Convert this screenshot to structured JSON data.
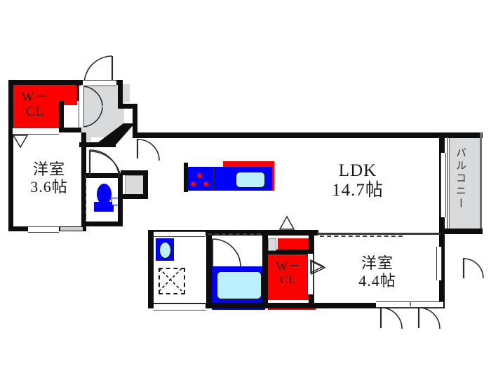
{
  "document": {
    "type": "floor-plan",
    "title": "間取り図",
    "unit_suffix": "帖"
  },
  "rooms": [
    {
      "id": "wcl-top",
      "name_line1": "W－",
      "name_line2": "CL",
      "kind": "walk-in-closet"
    },
    {
      "id": "washitsu-1",
      "name_line1": "洋室",
      "name_line2": "3.6帖",
      "kind": "bedroom",
      "size": "3.6"
    },
    {
      "id": "ldk",
      "name_line1": "LDK",
      "name_line2": "14.7帖",
      "kind": "living-dining-kitchen",
      "size": "14.7"
    },
    {
      "id": "wcl-bottom",
      "name_line1": "W－",
      "name_line2": "CL",
      "kind": "walk-in-closet"
    },
    {
      "id": "washitsu-2",
      "name_line1": "洋室",
      "name_line2": "4.4帖",
      "kind": "bedroom",
      "size": "4.4"
    },
    {
      "id": "balcony",
      "name_line1": "バルコニー",
      "name_line2": "",
      "kind": "balcony"
    }
  ],
  "fixtures": {
    "toilet": "toilet-fixture",
    "bathtub": "bathtub-fixture",
    "washbasin": "washbasin-fixture",
    "sink": "kitchen-sink-fixture",
    "stove": "gas-stove-fixture",
    "washer_space": "washing-machine-space"
  },
  "colors": {
    "wall": "#0d0d0d",
    "closet": "#ff0000",
    "water": "#0000ff",
    "basin_inner": "#b9f0fb",
    "balcony_fill": "#d9dadb",
    "entry_fill": "#d9dadb",
    "text": "#1a1a1a",
    "background": "#ffffff"
  }
}
